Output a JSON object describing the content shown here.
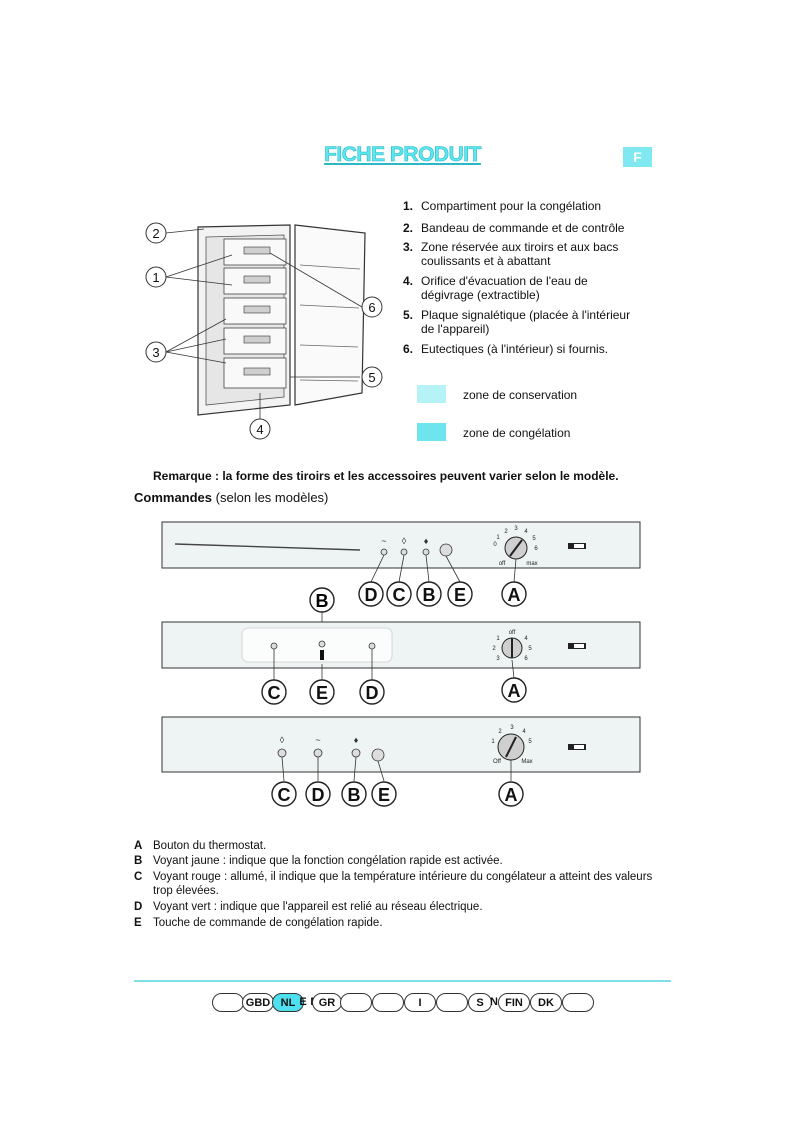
{
  "header": {
    "title": "FICHE PRODUIT",
    "lang_badge": "F"
  },
  "diagram_callouts": [
    "1",
    "2",
    "3",
    "4",
    "5",
    "6"
  ],
  "parts": [
    {
      "num": "1.",
      "text": "Compartiment pour la congélation"
    },
    {
      "num": "2.",
      "text": "Bandeau de commande et de contrôle"
    },
    {
      "num": "3.",
      "text": "Zone réservée aux tiroirs et aux bacs coulissants et à abattant"
    },
    {
      "num": "4.",
      "text": "Orifice d'évacuation de l'eau de dégivrage (extractible)"
    },
    {
      "num": "5.",
      "text": "Plaque signalétique (placée à l'intérieur de l'appareil)"
    },
    {
      "num": "6.",
      "text": "Eutectiques (à l'intérieur) si fournis."
    }
  ],
  "legend": [
    {
      "label": "zone de conservation",
      "color": "#b6f3f7"
    },
    {
      "label": "zone de congélation",
      "color": "#6ee4ee"
    }
  ],
  "remark": "Remarque : la forme des tiroirs et les accessoires peuvent varier selon le modèle.",
  "commands": {
    "title": "Commandes",
    "subtitle": "(selon les modèles)"
  },
  "panels": [
    {
      "labels": [
        "D",
        "C",
        "B",
        "E",
        "A"
      ],
      "dial": {
        "ticks": [
          "0",
          "1",
          "2",
          "3",
          "4",
          "5",
          "6",
          "off",
          "max"
        ]
      }
    },
    {
      "labels": [
        "B",
        "C",
        "E",
        "D",
        "A"
      ],
      "dial": {
        "ticks": [
          "off",
          "1",
          "2",
          "3",
          "4",
          "5",
          "6"
        ]
      }
    },
    {
      "labels": [
        "C",
        "D",
        "B",
        "E",
        "A"
      ],
      "dial": {
        "ticks": [
          "1",
          "2",
          "3",
          "4",
          "5",
          "Off",
          "Max"
        ]
      }
    }
  ],
  "definitions": [
    {
      "letter": "A",
      "text": "Bouton du thermostat."
    },
    {
      "letter": "B",
      "text": "Voyant jaune : indique que la fonction congélation rapide est activée."
    },
    {
      "letter": "C",
      "text": "Voyant rouge : allumé, il indique que la température intérieure du congélateur a atteint des valeurs trop élevées."
    },
    {
      "letter": "D",
      "text": "Voyant vert : indique que l'appareil est relié au réseau électrique."
    },
    {
      "letter": "E",
      "text": "Touche de commande de congélation rapide."
    }
  ],
  "languages": [
    "",
    "GBD",
    "NL",
    "E",
    "P",
    "GR",
    "",
    "",
    "I",
    "",
    "S",
    "N",
    "FIN",
    "DK",
    ""
  ],
  "active_language": "F"
}
